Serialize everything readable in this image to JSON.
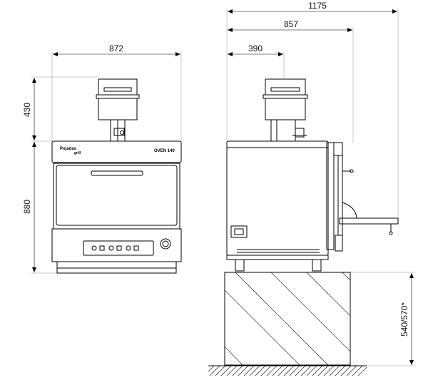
{
  "dimensions": {
    "front_width": "872",
    "chimney_height": "430",
    "oven_height": "880",
    "total_depth": "1175",
    "body_depth": "857",
    "chimney_offset": "390",
    "stand_height": "540/570*"
  },
  "brand": {
    "name": "Pujadas",
    "sub": "grill",
    "model": "OVEN 140"
  },
  "colors": {
    "line": "#000000",
    "background": "#ffffff",
    "fill_light": "#f2f2f2"
  }
}
